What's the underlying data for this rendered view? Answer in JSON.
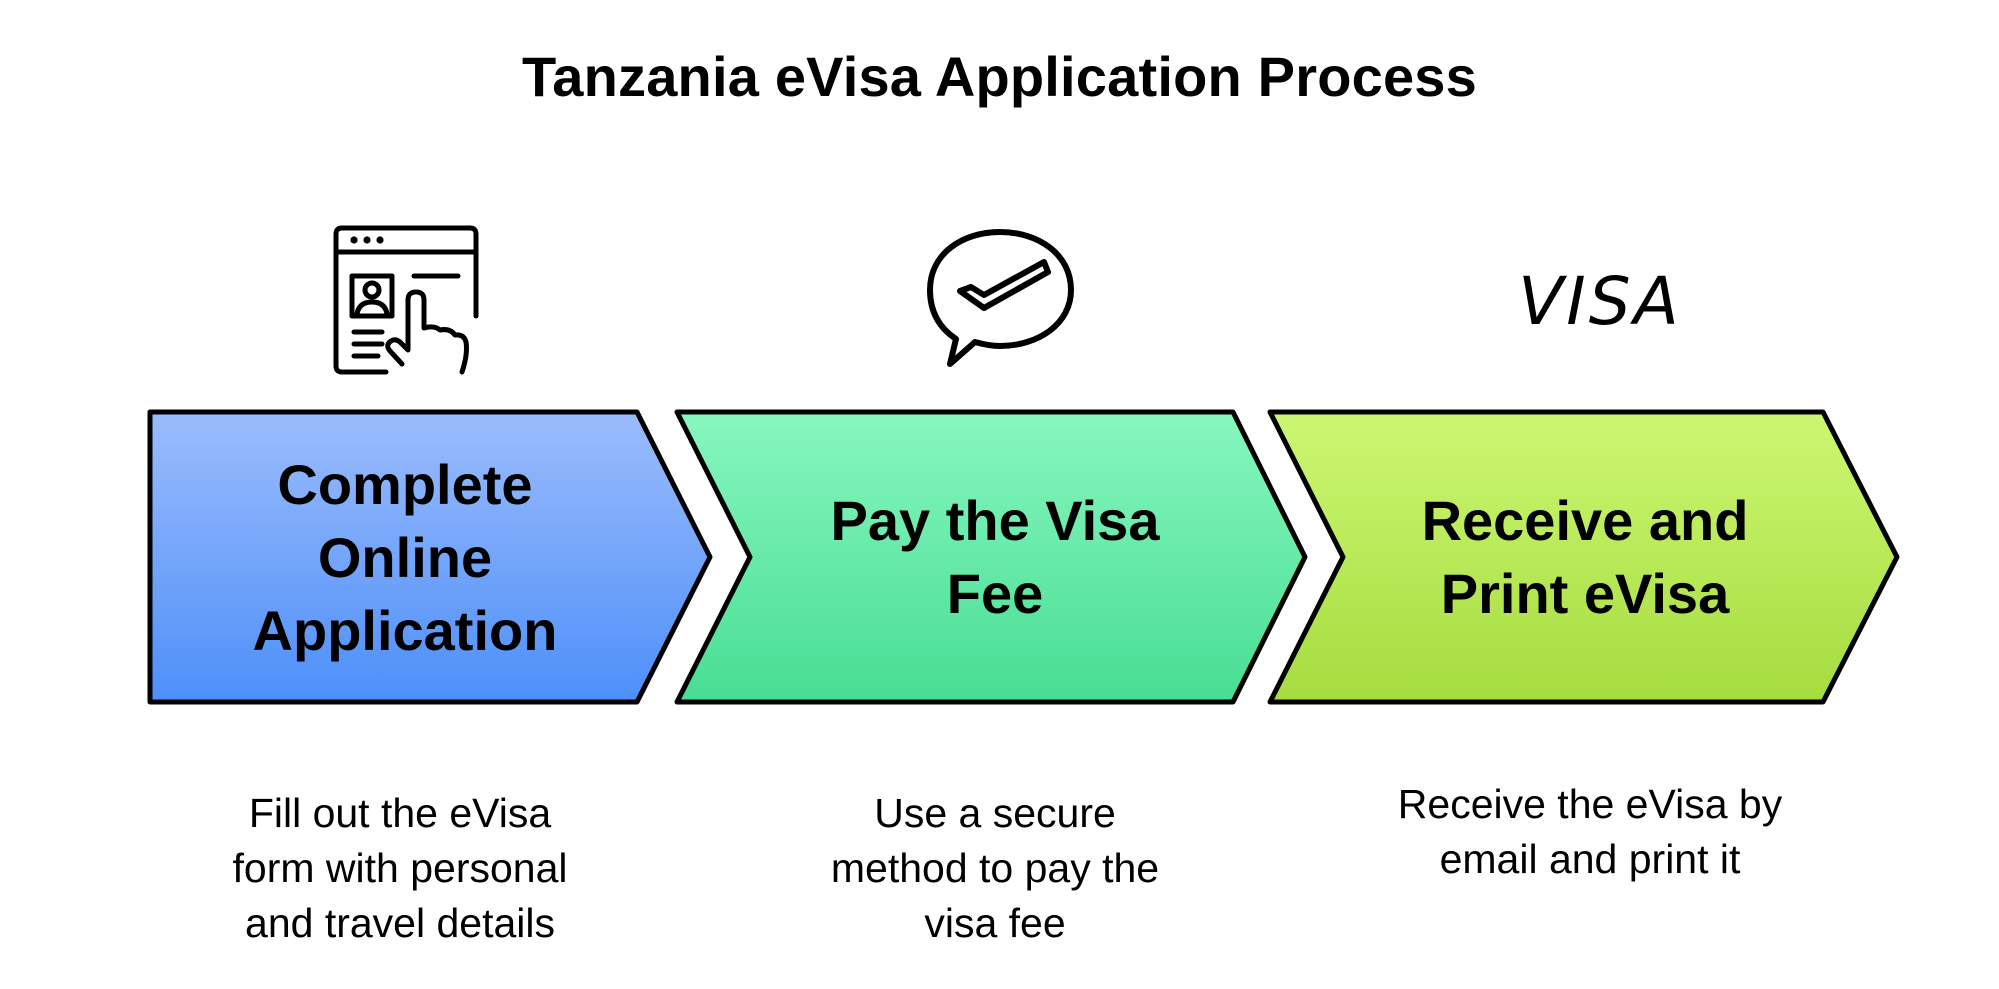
{
  "title": "Tanzania eVisa Application Process",
  "colors": {
    "step1_top": "#9bbcfb",
    "step1_bottom": "#4d8ffa",
    "step2_top": "#87f7c0",
    "step2_bottom": "#48dd93",
    "step3_top": "#cdf772",
    "step3_bottom": "#a5dc3f",
    "outline": "#000000"
  },
  "steps": [
    {
      "icon": "online-form-hand-icon",
      "label": "Complete\nOnline\nApplication",
      "description": "Fill out the eVisa\nform with personal\nand travel details"
    },
    {
      "icon": "chat-checkmark-icon",
      "label": "Pay the Visa\nFee",
      "description": "Use a secure\nmethod to pay the\nvisa fee"
    },
    {
      "icon": "visa-logo-icon",
      "icon_text": "VISA",
      "label": "Receive and\nPrint eVisa",
      "description": "Receive the eVisa by\nemail and print it"
    }
  ]
}
